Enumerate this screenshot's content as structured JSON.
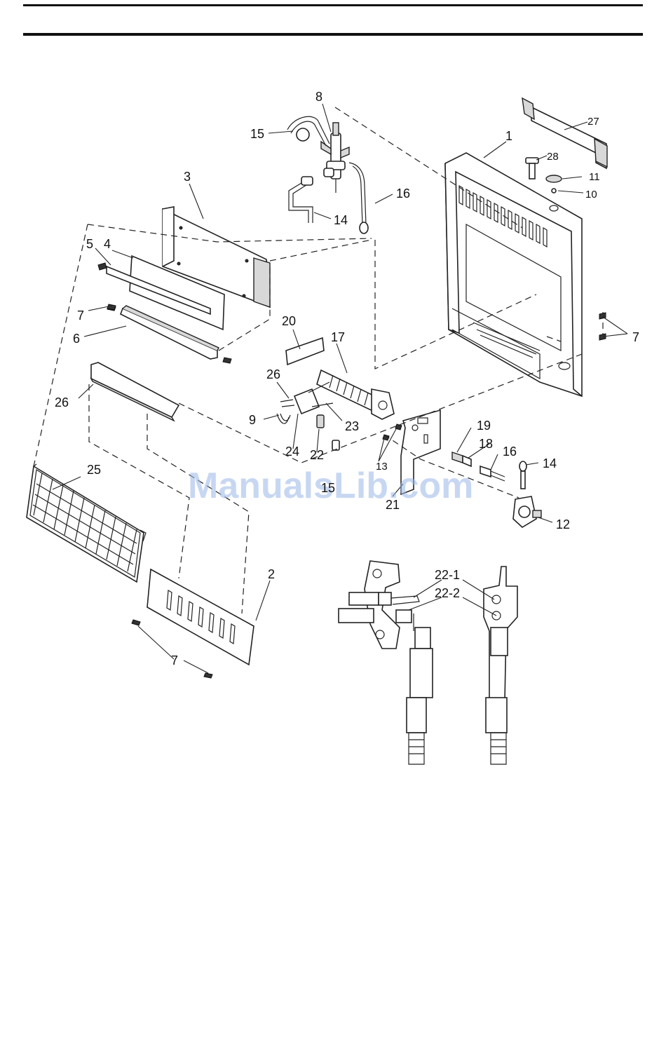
{
  "labels": {
    "l1": "1",
    "l2": "2",
    "l3": "3",
    "l4": "4",
    "l5": "5",
    "l6": "6",
    "l7a": "7",
    "l7b": "7",
    "l7c": "7",
    "l8": "8",
    "l9": "9",
    "l10": "10",
    "l11": "11",
    "l12": "12",
    "l13": "13",
    "l14a": "14",
    "l14b": "14",
    "l15a": "15",
    "l15b": "15",
    "l16a": "16",
    "l16b": "16",
    "l17": "17",
    "l18": "18",
    "l19": "19",
    "l20": "20",
    "l21": "21",
    "l22": "22",
    "l22_1": "22-1",
    "l22_2": "22-2",
    "l23": "23",
    "l24": "24",
    "l25": "25",
    "l26a": "26",
    "l26b": "26",
    "l27": "27",
    "l28": "28"
  },
  "watermark": "ManualsLib.com"
}
